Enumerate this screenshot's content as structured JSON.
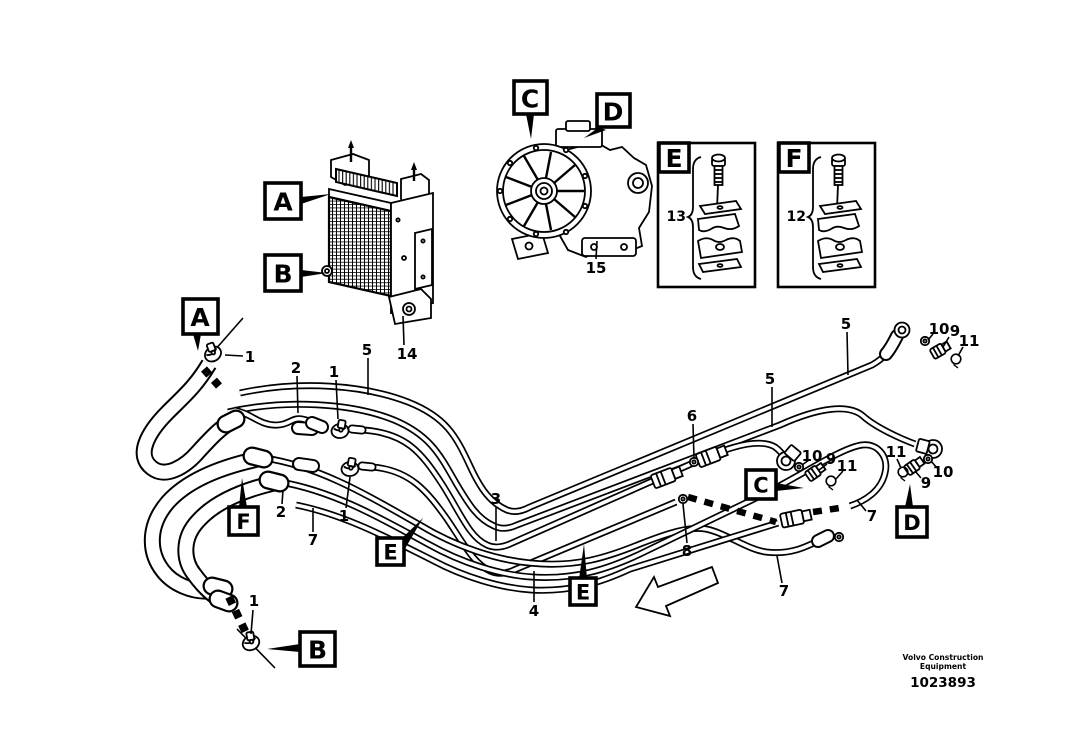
{
  "page": {
    "background": "#ffffff",
    "line_color": "#000000"
  },
  "letters": {
    "A": "A",
    "B": "B",
    "C": "C",
    "D": "D",
    "E": "E",
    "F": "F"
  },
  "callouts": {
    "n1": "1",
    "n2": "2",
    "n3": "3",
    "n4": "4",
    "n5": "5",
    "n6": "6",
    "n7": "7",
    "n8": "8",
    "n9": "9",
    "n10": "10",
    "n11": "11",
    "n12": "12",
    "n13": "13",
    "n14": "14",
    "n15": "15"
  },
  "footer": {
    "brand_line1": "Volvo Construction",
    "brand_line2": "Equipment",
    "part_number": "1023893"
  }
}
